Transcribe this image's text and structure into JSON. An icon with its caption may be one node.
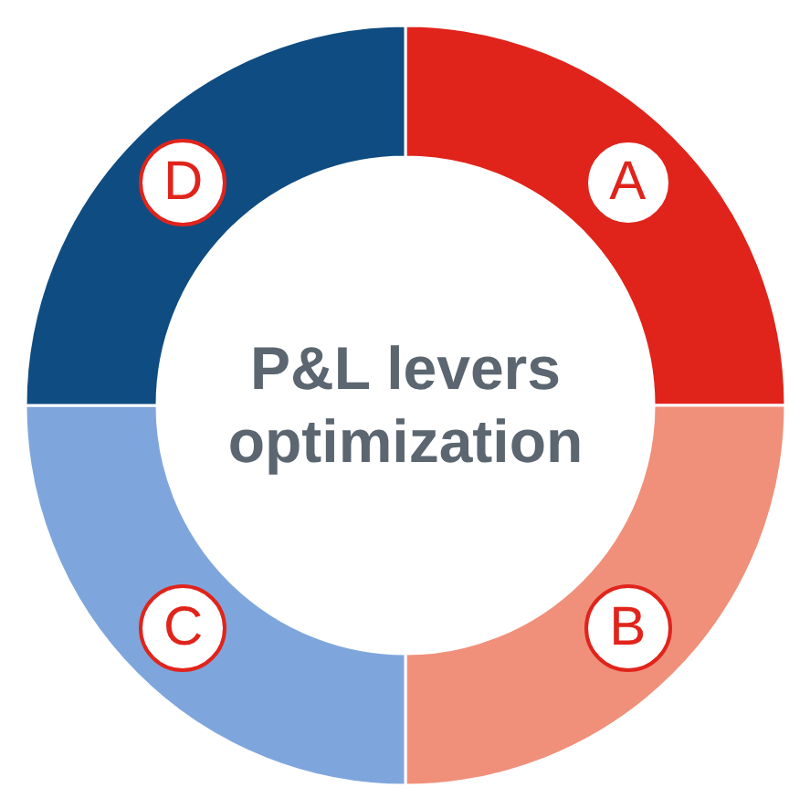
{
  "diagram": {
    "nodes": [
      {
        "text": [
          "P&L levers optimization"
        ]
      },
      {
        "text": [
          "A"
        ]
      },
      {
        "text": [
          "B"
        ]
      },
      {
        "text": [
          "C"
        ]
      },
      {
        "text": [
          "D"
        ]
      }
    ]
  }
}
